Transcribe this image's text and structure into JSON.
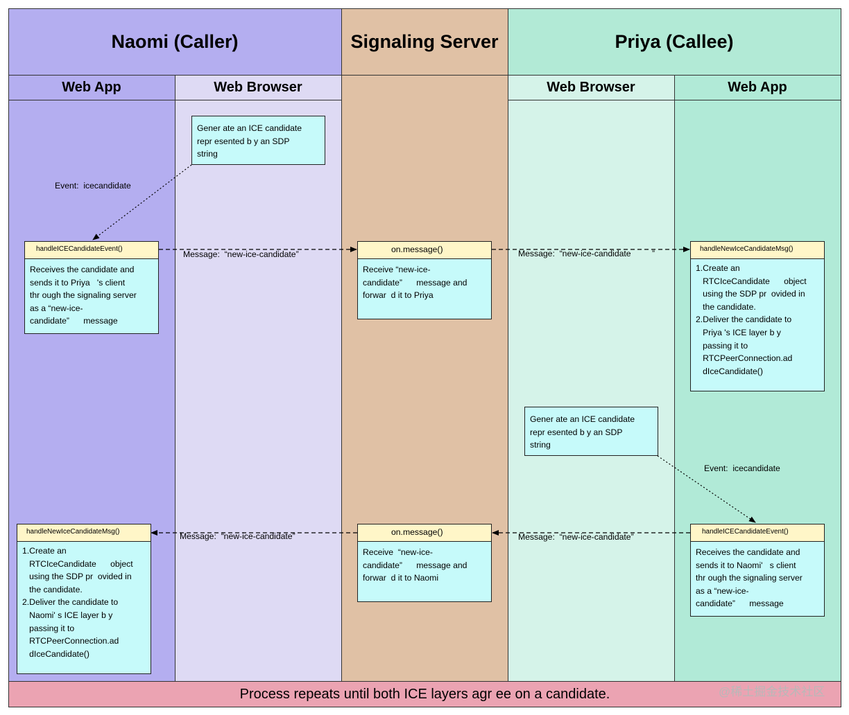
{
  "lanes": {
    "caller_title": "Naomi (Caller)",
    "server_title": "Signaling Server",
    "callee_title": "Priya (Callee)",
    "caller_app": "Web App",
    "caller_browser": "Web Browser",
    "callee_browser": "Web Browser",
    "callee_app": "Web App"
  },
  "colors": {
    "caller_lane": "#b4aef0",
    "caller_header": "#b4aef0",
    "caller_browser": "#dedaf4",
    "server_lane": "#e0c1a5",
    "callee_header": "#b2ead6",
    "callee_browser": "#d5f3e9",
    "callee_app": "#b1ead7",
    "box_fill": "#c6fafa",
    "box_head": "#fff6c8",
    "footer": "#eba3b2"
  },
  "boxes": {
    "gen_naomi": "Gener ate an ICE candidate\nrepr esented b y an SDP\nstring",
    "handle_ice_naomi_head": "handleICECandidateEvent()",
    "handle_ice_naomi_body": "Receives the candidate and\nsends it to Priya   's client\nthr ough the signaling server\nas a “new-ice-\ncandidate”      message",
    "server_top_head": "on.message()",
    "server_top_body": "Receive “new-ice-\ncandidate”      message and\nforwar  d it to Priya",
    "new_ice_priya_head": "handleNewIceCandidateMsg()",
    "new_ice_priya_body": "1.Create an\n   RTCIceCandidate      object\n   using the SDP pr  ovided in\n   the candidate.\n2.Deliver the candidate to\n   Priya 's ICE layer b y\n   passing it to\n   RTCPeerConnection.ad\n   dIceCandidate()",
    "gen_priya": "Gener ate an ICE candidate\nrepr esented b y an SDP\nstring",
    "handle_ice_priya_head": "handleICECandidateEvent()",
    "handle_ice_priya_body": "Receives the candidate and\nsends it to Naomi'   s client\nthr ough the signaling server\nas a “new-ice-\ncandidate”      message",
    "server_bottom_head": "on.message()",
    "server_bottom_body": "Receive  “new-ice-\ncandidate”      message and\nforwar  d it to Naomi",
    "new_ice_naomi_head": "handleNewIceCandidateMsg()",
    "new_ice_naomi_body": "1.Create an\n   RTCIceCandidate      object\n   using the SDP pr  ovided in\n   the candidate.\n2.Deliver the candidate to\n   Naomi' s ICE layer b y\n   passing it to\n   RTCPeerConnection.ad\n   dIceCandidate()"
  },
  "labels": {
    "event_naomi": "Event:  icecandidate",
    "msg1": "Message:  “new-ice-candidate”",
    "msg2": "Message:  “new-ice-candidate         ”",
    "event_priya": "Event:  icecandidate",
    "msg3": "Message:  “new-ice-candidate”",
    "msg4": "Message:  “new-ice-candidate”"
  },
  "footer": "Process repeats until both ICE layers agr ee on a candidate.",
  "watermark": "@稀土掘金技术社区"
}
